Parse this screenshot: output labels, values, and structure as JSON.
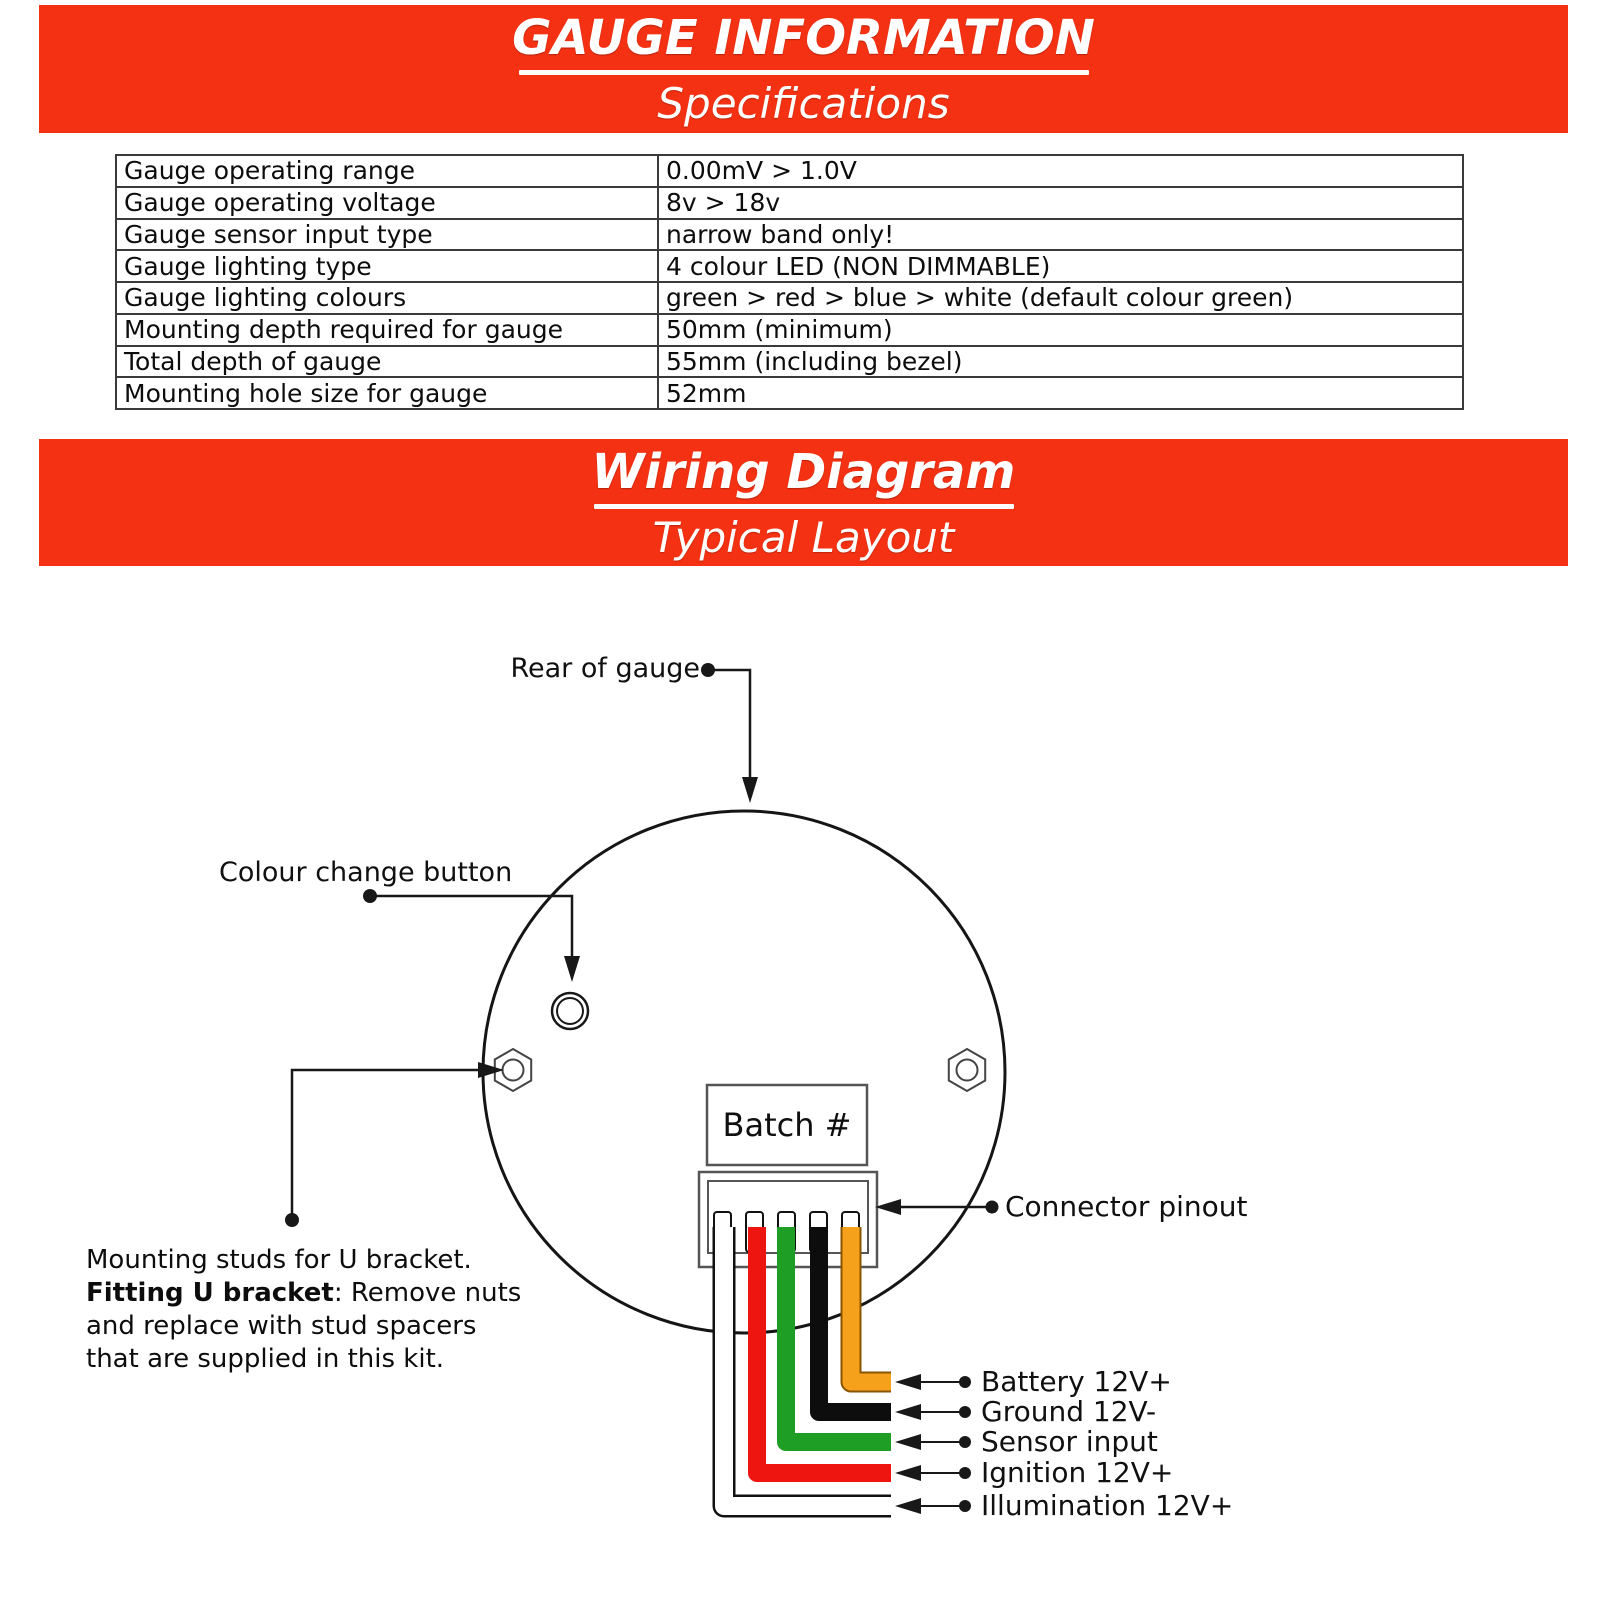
{
  "banner1": {
    "title": "GAUGE INFORMATION",
    "subtitle": "Specifications"
  },
  "banner2": {
    "title": "Wiring Diagram",
    "subtitle": "Typical Layout"
  },
  "colors": {
    "banner_red": "#f43112",
    "wire_red": "#ee1511",
    "wire_green": "#1f9e25",
    "wire_black": "#0d0d0d",
    "wire_orange": "#f6a11c",
    "wire_white": "#ffffff",
    "outline_black": "#111111",
    "outline_orange": "#8a5500",
    "line_black": "#181818"
  },
  "spec_table": {
    "rows": [
      {
        "label": "Gauge operating range",
        "value": "0.00mV > 1.0V"
      },
      {
        "label": "Gauge operating voltage",
        "value": "8v > 18v"
      },
      {
        "label": "Gauge sensor input type",
        "value": "narrow band only!"
      },
      {
        "label": "Gauge lighting type",
        "value": "4 colour LED (NON DIMMABLE)"
      },
      {
        "label": "Gauge lighting colours",
        "value": "green > red > blue > white (default colour green)"
      },
      {
        "label": "Mounting depth required for gauge",
        "value": "50mm (minimum)"
      },
      {
        "label": "Total depth of gauge",
        "value": "55mm (including bezel)"
      },
      {
        "label": "Mounting hole size for gauge",
        "value": "52mm"
      }
    ]
  },
  "diagram": {
    "callouts": {
      "rear_of_gauge": "Rear of gauge",
      "colour_change_button": "Colour change button",
      "connector_pinout": "Connector pinout",
      "batch_label": "Batch #"
    },
    "mounting_note": {
      "line1": "Mounting studs for U bracket.",
      "line2_bold": "Fitting U bracket",
      "line2_rest": ": Remove nuts",
      "line3": "and replace with stud spacers",
      "line4": "that are supplied in this kit."
    },
    "wires": [
      {
        "label": "Battery 12V+",
        "color_name": "orange"
      },
      {
        "label": "Ground 12V-",
        "color_name": "black"
      },
      {
        "label": "Sensor input",
        "color_name": "green"
      },
      {
        "label": "Ignition 12V+",
        "color_name": "red"
      },
      {
        "label": "Illumination 12V+",
        "color_name": "white"
      }
    ]
  }
}
